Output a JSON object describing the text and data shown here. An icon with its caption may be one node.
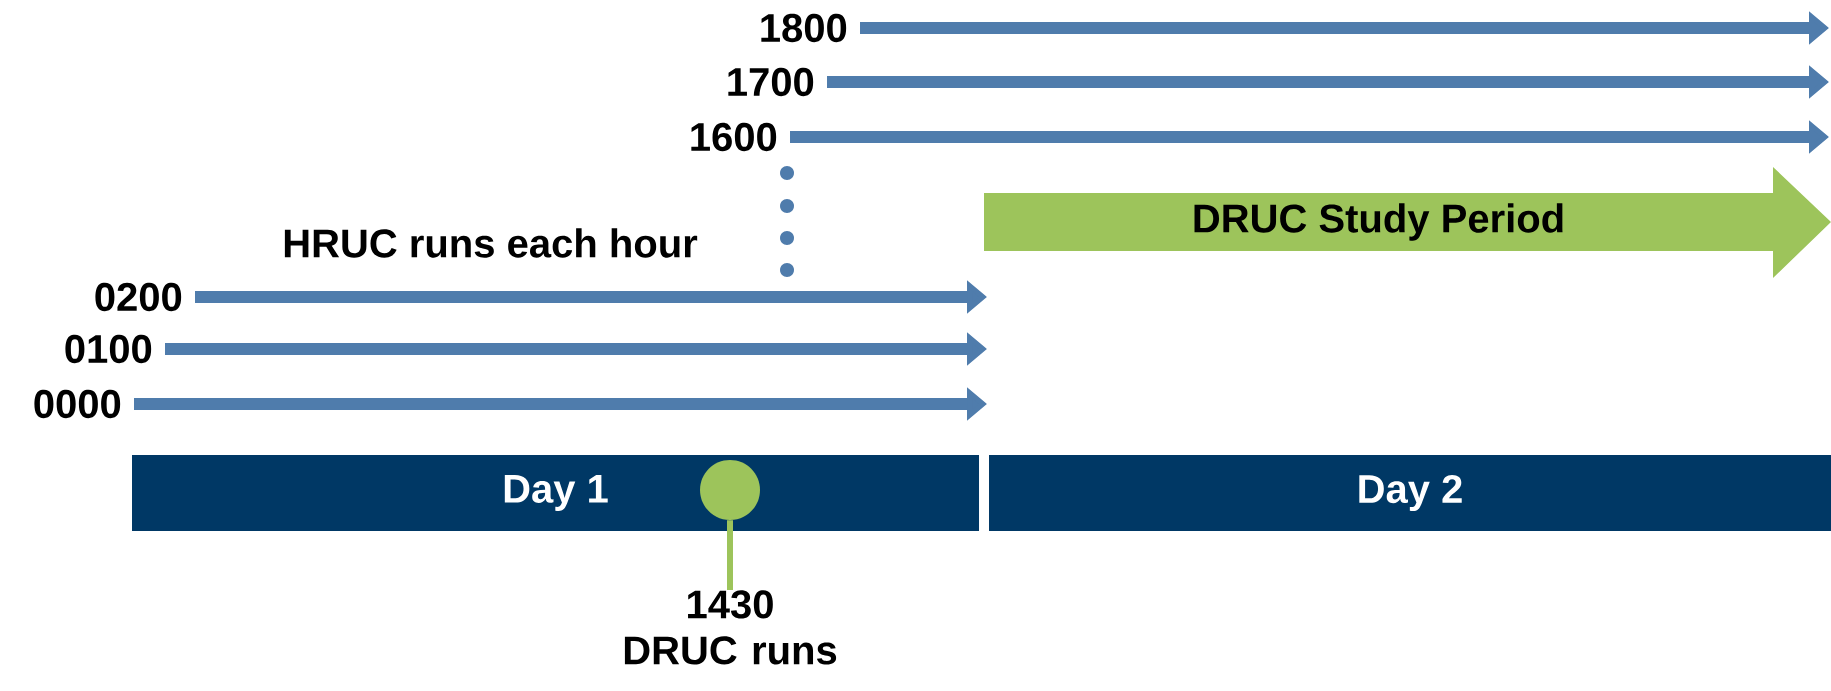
{
  "diagram": {
    "nodes": [
      {
        "text": [
          "1800"
        ]
      },
      {
        "text": [
          "1700"
        ]
      },
      {
        "text": [
          "1600"
        ]
      },
      {
        "text": [
          "DRUC Study Period"
        ]
      },
      {
        "text": [
          "0200"
        ]
      },
      {
        "text": [
          "0100"
        ]
      },
      {
        "text": [
          "0000"
        ]
      },
      {
        "text": [
          "Day 1"
        ]
      },
      {
        "text": [
          "Day 2"
        ]
      },
      {
        "text": [],
        "shape": "circle",
        "in": 7
      },
      {
        "text": [
          "1430 DRUC runs"
        ]
      }
    ],
    "edges": [
      {
        "from": 0,
        "to": null,
        "arrow": "to"
      },
      {
        "from": 1,
        "to": null,
        "arrow": "to"
      },
      {
        "from": 2,
        "to": null,
        "arrow": "to"
      },
      {
        "from": 4,
        "to": null,
        "arrow": "to"
      },
      {
        "from": 5,
        "to": null,
        "arrow": "to"
      },
      {
        "from": 6,
        "to": null,
        "arrow": "to"
      },
      {
        "from": 9,
        "to": 10,
        "arrow": "none",
        "color": "#9dc45b"
      }
    ],
    "labels": [
      "HRUC runs each hour"
    ]
  }
}
